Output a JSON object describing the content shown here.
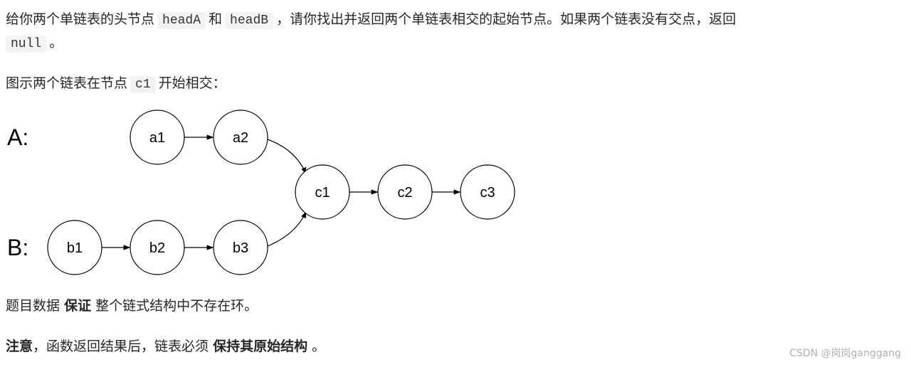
{
  "intro": {
    "t1": "给你两个单链表的头节点",
    "c1": "headA",
    "t2": "和",
    "c2": "headB",
    "t3": "，请你找出并返回两个单链表相交的起始节点。如果两个链表没有交点，返回",
    "c3": "null",
    "t4": "。"
  },
  "fig": {
    "t1": "图示两个链表在节点",
    "c": "c1",
    "t2": "开始相交："
  },
  "diagram": {
    "label_a": "A:",
    "label_b": "B:",
    "nodes": {
      "a1": "a1",
      "a2": "a2",
      "b1": "b1",
      "b2": "b2",
      "b3": "b3",
      "c1": "c1",
      "c2": "c2",
      "c3": "c3"
    }
  },
  "guarantee": {
    "t1": "题目数据",
    "b": "保证",
    "t2": "整个链式结构中不存在环。"
  },
  "note": {
    "b1": "注意",
    "t1": "，函数返回结果后，链表必须",
    "b2": "保持其原始结构",
    "t2": "。"
  },
  "watermark": "CSDN @岗岗ganggang"
}
